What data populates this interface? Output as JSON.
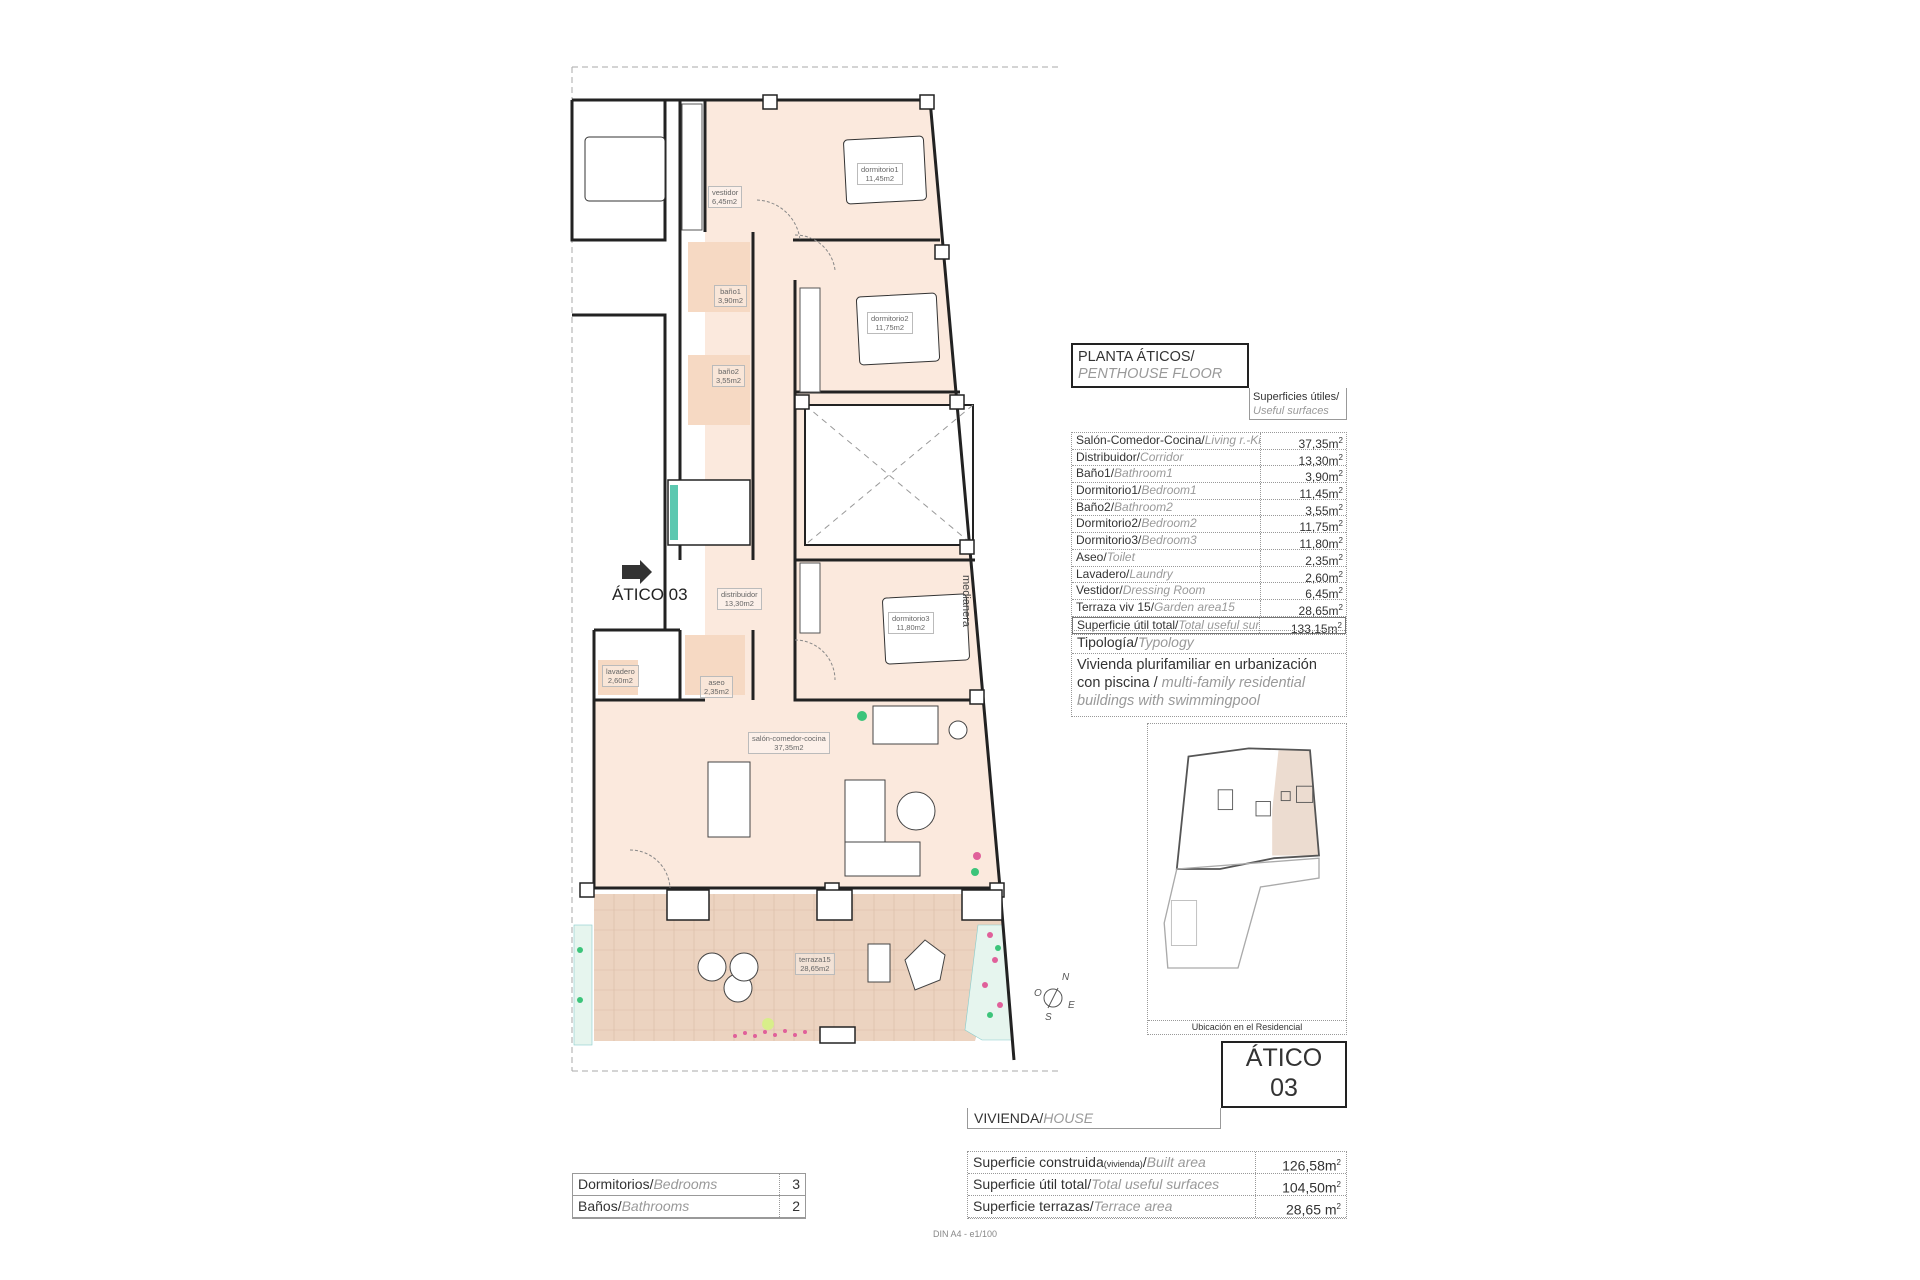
{
  "plan": {
    "unit_label": "ÁTICO 03",
    "party_wall_label": "medianera",
    "compass": {
      "n": "N",
      "s": "S",
      "e": "E",
      "o": "O"
    },
    "rooms": {
      "vestidor": {
        "name": "vestidor",
        "area": "6,45m2"
      },
      "dormitorio1": {
        "name": "dormitorio1",
        "area": "11,45m2"
      },
      "bano1": {
        "name": "baño1",
        "area": "3,90m2"
      },
      "dormitorio2": {
        "name": "dormitorio2",
        "area": "11,75m2"
      },
      "bano2": {
        "name": "baño2",
        "area": "3,55m2"
      },
      "distribuidor": {
        "name": "distribuidor",
        "area": "13,30m2"
      },
      "dormitorio3": {
        "name": "dormitorio3",
        "area": "11,80m2"
      },
      "lavadero": {
        "name": "lavadero",
        "area": "2,60m2"
      },
      "aseo": {
        "name": "aseo",
        "area": "2,35m2"
      },
      "salon": {
        "name": "salón-comedor-cocina",
        "area": "37,35m2"
      },
      "terraza": {
        "name": "terraza15",
        "area": "28,65m2"
      }
    },
    "colors": {
      "interior": "#fbe9dd",
      "terrace": "#ecd3c0",
      "wall": "#222222",
      "plant_green": "#3cc47a",
      "plant_pink": "#e0609a"
    }
  },
  "header": {
    "title_es": "PLANTA ÁTICOS/",
    "title_en": "PENTHOUSE  FLOOR",
    "surfaces_es": "Superficies útiles/",
    "surfaces_en": "Useful surfaces"
  },
  "surfaces_table": [
    {
      "es": "Salón-Comedor-Cocina/",
      "en": "Living r.-Kitchen",
      "value": "37,35m",
      "sup": "2"
    },
    {
      "es": "Distribuidor/",
      "en": "Corridor",
      "value": "13,30m",
      "sup": "2"
    },
    {
      "es": "Baño1/",
      "en": "Bathroom1",
      "value": "3,90m",
      "sup": "2"
    },
    {
      "es": "Dormitorio1/",
      "en": "Bedroom1",
      "value": "11,45m",
      "sup": "2"
    },
    {
      "es": "Baño2/",
      "en": "Bathroom2",
      "value": "3,55m",
      "sup": "2"
    },
    {
      "es": "Dormitorio2/",
      "en": "Bedroom2",
      "value": "11,75m",
      "sup": "2"
    },
    {
      "es": "Dormitorio3/",
      "en": "Bedroom3",
      "value": "11,80m",
      "sup": "2"
    },
    {
      "es": "Aseo/",
      "en": "Toilet",
      "value": "2,35m",
      "sup": "2"
    },
    {
      "es": "Lavadero/",
      "en": "Laundry",
      "value": "2,60m",
      "sup": "2"
    },
    {
      "es": "Vestidor/",
      "en": "Dressing Room",
      "value": "6,45m",
      "sup": "2"
    },
    {
      "es": "Terraza viv 15/",
      "en": "Garden area15",
      "value": "28,65m",
      "sup": "2"
    },
    {
      "es": "Superficie útil total/",
      "en": "Total useful surface",
      "value": "133,15m",
      "sup": "2"
    }
  ],
  "typology": {
    "label_es": "Tipología/",
    "label_en": "Typology",
    "desc_es": "Vivienda plurifamiliar en urbanización con piscina  / ",
    "desc_en": "multi-family residential buildings with swimmingpool"
  },
  "location": {
    "caption": "Ubicación en el Residencial"
  },
  "unit_box": {
    "line1": "ÁTICO",
    "line2": "03"
  },
  "house": {
    "es": "VIVIENDA/",
    "en": "HOUSE"
  },
  "areas_table": [
    {
      "es": "Superficie construida",
      "small": "(vivienda)",
      "es2": "/",
      "en": "Built area",
      "value": "126,58m",
      "sup": "2"
    },
    {
      "es": "Superficie útil total/",
      "small": "",
      "es2": "",
      "en": "Total useful surfaces",
      "value": "104,50m",
      "sup": "2"
    },
    {
      "es": "Superficie terrazas/",
      "small": "",
      "es2": "",
      "en": "Terrace area",
      "value": "28,65 m",
      "sup": "2"
    }
  ],
  "rooms_count": [
    {
      "es": "Dormitorios/",
      "en": "Bedrooms",
      "value": "3"
    },
    {
      "es": "Baños/",
      "en": "Bathrooms",
      "value": "2"
    }
  ],
  "footer": {
    "scale": "DIN A4 - e1/100"
  }
}
